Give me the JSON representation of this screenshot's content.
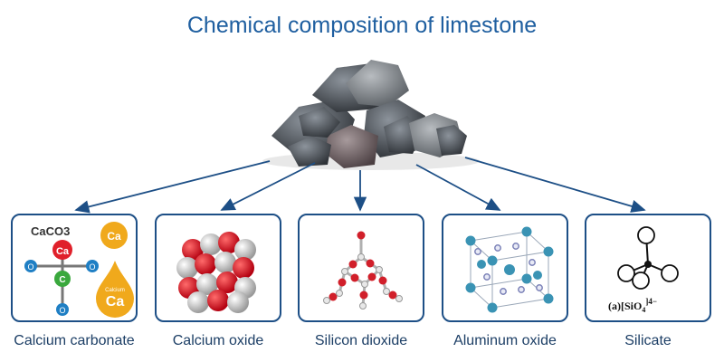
{
  "title": "Chemical composition of limestone",
  "items": [
    {
      "label": "Calcium carbonate",
      "formula": "CaCO3",
      "badge": "Ca",
      "center": "Ca",
      "mid": "C",
      "atom": "O",
      "drop_label": "Calcium",
      "drop": "Ca"
    },
    {
      "label": "Calcium oxide"
    },
    {
      "label": "Silicon dioxide"
    },
    {
      "label": "Aluminum oxide"
    },
    {
      "label": "Silicate",
      "formula_prefix": "(a)[SiO",
      "formula_sub": "4",
      "formula_sup": "]4−"
    }
  ],
  "colors": {
    "title": "#1f5fa0",
    "border": "#1d4f86",
    "arrow": "#1d4f86",
    "oxygen": "#e0202a",
    "calcium": "#f0a91c"
  }
}
